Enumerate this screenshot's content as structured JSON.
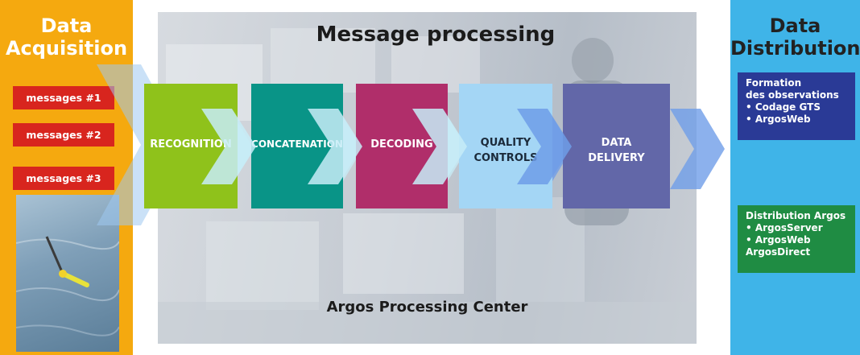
{
  "acquisition": {
    "title_line1": "Data",
    "title_line2": "Acquisition",
    "messages": [
      "messages #1",
      "messages #2",
      "messages #3"
    ]
  },
  "processing": {
    "title": "Message processing",
    "center_label": "Argos Processing Center",
    "steps": [
      {
        "line1": "RECOGNITION",
        "line2": ""
      },
      {
        "line1": "CONCATENATION",
        "line2": ""
      },
      {
        "line1": "DECODING",
        "line2": ""
      },
      {
        "line1": "QUALITY",
        "line2": "CONTROLS"
      },
      {
        "line1": "DATA",
        "line2": "DELIVERY"
      }
    ]
  },
  "distribution": {
    "title_line1": "Data",
    "title_line2": "Distribution",
    "formation": {
      "line1": "Formation",
      "line2": "des observations",
      "line3": "• Codage GTS",
      "line4": "• ArgosWeb"
    },
    "argos": {
      "line1": "Distribution Argos",
      "line2": "• ArgosServer",
      "line3": "• ArgosWeb",
      "line4": "ArgosDirect"
    }
  },
  "colors": {
    "acquisition": "#f5a90f",
    "distribution": "#3fb4e8",
    "message": "#d8251e",
    "recognition": "#8fc21b",
    "concatenation": "#099487",
    "decoding": "#b02e6a",
    "quality": "#a4d6f5",
    "delivery": "#6267a8",
    "formation": "#2a3a96",
    "argos": "#1f8c43"
  }
}
